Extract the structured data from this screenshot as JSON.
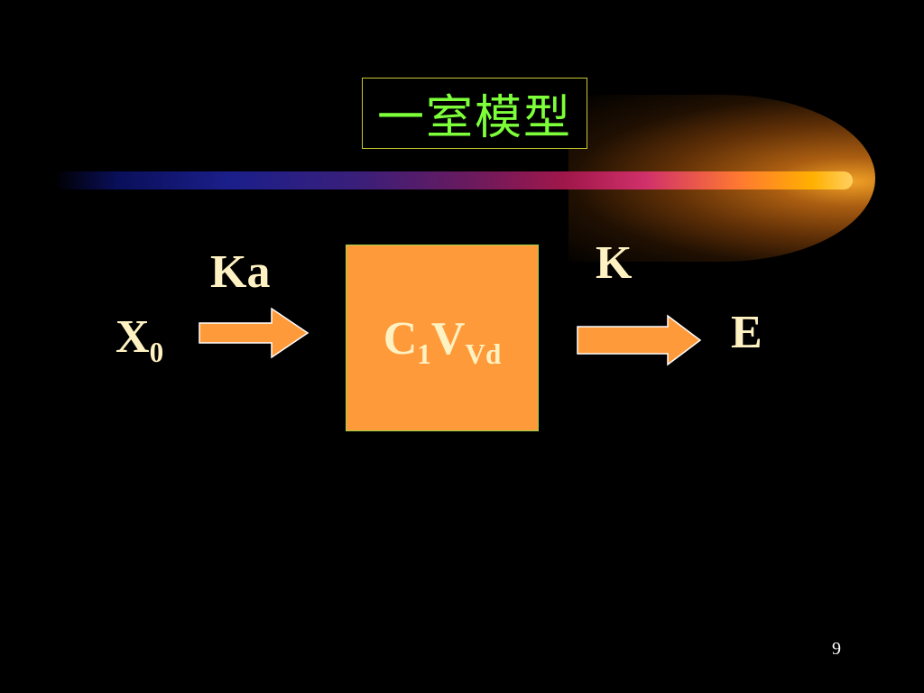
{
  "slide": {
    "title": "一室模型",
    "page_number": "9"
  },
  "diagram": {
    "input": {
      "symbol": "X",
      "subscript": "0"
    },
    "absorption_rate": "Ka",
    "compartment": {
      "c_symbol": "C",
      "c_subscript": "1",
      "v_symbol": "V",
      "v_subscript": "Vd"
    },
    "elimination_rate": "K",
    "output": "E"
  },
  "colors": {
    "background": "#000000",
    "title_text": "#7dff3a",
    "title_border": "#c8c830",
    "compartment_fill": "#ff9a3a",
    "arrow_fill": "#ff9a3a",
    "label_text": "#fff2c2"
  }
}
